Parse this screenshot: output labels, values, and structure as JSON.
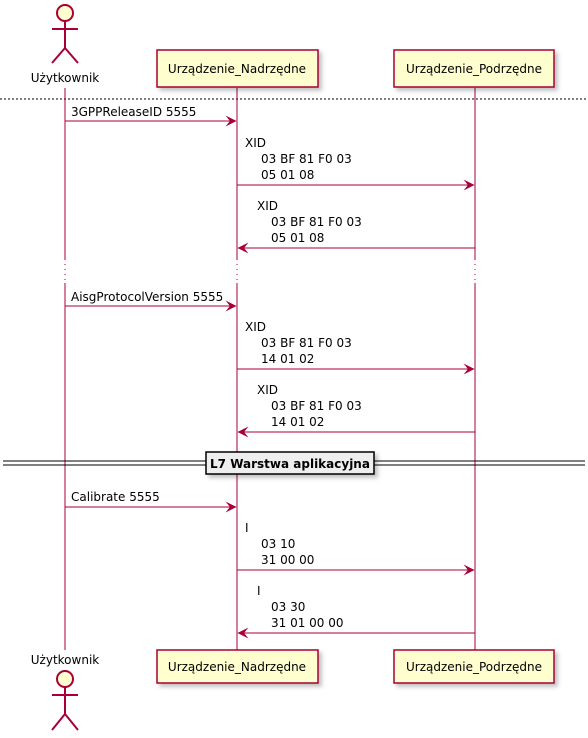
{
  "colors": {
    "lifeline": "#A80036",
    "box_fill": "#FEFECE",
    "box_stroke": "#A80036",
    "arrow": "#A80036"
  },
  "participants": {
    "user": {
      "label": "Użytkownik",
      "kind": "actor"
    },
    "master": {
      "label": "Urządzenie_Nadrzędne",
      "kind": "participant"
    },
    "slave": {
      "label": "Urządzenie_Podrzędne",
      "kind": "participant"
    }
  },
  "messages": [
    {
      "from": "user",
      "to": "master",
      "lines": [
        "3GPPReleaseID 5555"
      ]
    },
    {
      "from": "master",
      "to": "slave",
      "lines": [
        "XID",
        "03 BF 81 F0 03",
        "05 01 08"
      ]
    },
    {
      "from": "slave",
      "to": "master",
      "lines": [
        "XID",
        "03 BF 81 F0 03",
        "05 01 08"
      ]
    },
    {
      "from": "user",
      "to": "master",
      "lines": [
        "AisgProtocolVersion 5555"
      ]
    },
    {
      "from": "master",
      "to": "slave",
      "lines": [
        "XID",
        "03 BF 81 F0 03",
        "14 01 02"
      ]
    },
    {
      "from": "slave",
      "to": "master",
      "lines": [
        "XID",
        "03 BF 81 F0 03",
        "14 01 02"
      ]
    },
    {
      "from": "user",
      "to": "master",
      "lines": [
        "Calibrate 5555"
      ]
    },
    {
      "from": "master",
      "to": "slave",
      "lines": [
        "I",
        "03 10",
        "31 00 00"
      ]
    },
    {
      "from": "slave",
      "to": "master",
      "lines": [
        "I",
        "03 30",
        "31 01 00 00"
      ]
    }
  ],
  "divider": {
    "label": "L7 Warstwa aplikacyjna"
  }
}
